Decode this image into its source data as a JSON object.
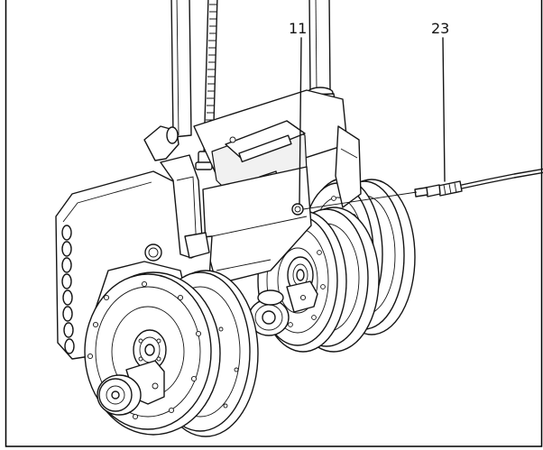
{
  "callouts": [
    {
      "id": "port",
      "label": "11"
    },
    {
      "id": "connector",
      "label": "23"
    }
  ],
  "colors": {
    "line": "#151515",
    "background": "#ffffff",
    "frame": "#000000"
  }
}
